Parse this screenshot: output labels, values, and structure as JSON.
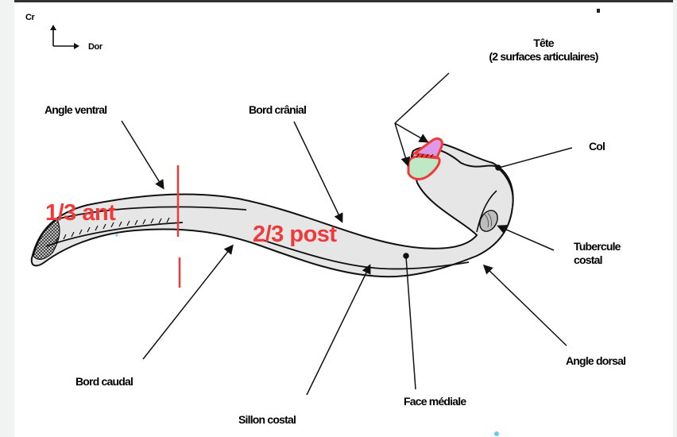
{
  "orientation": {
    "vertical_axis_label": "Cr",
    "horizontal_axis_label": "Dor"
  },
  "labels": {
    "angle_ventral": "Angle ventral",
    "bord_cranial": "Bord crânial",
    "tete_line1": "Tête",
    "tete_line2": "(2 surfaces articulaires)",
    "col": "Col",
    "tubercule_line1": "Tubercule",
    "tubercule_line2": "costal",
    "angle_dorsal": "Angle dorsal",
    "face_mediale": "Face médiale",
    "sillon_costal": "Sillon costal",
    "bord_caudal": "Bord caudal"
  },
  "annotations": {
    "anterior_third": "1/3 ant",
    "posterior_two_thirds": "2/3 post"
  },
  "colors": {
    "annotation_red": "#ee3a3a",
    "bone_fill": "#e6e6e6",
    "facet_pink": "#dd99e6",
    "facet_green": "#bfe8c4",
    "outline": "#111111"
  },
  "icons": {
    "axis": "orientation-axes-icon"
  }
}
